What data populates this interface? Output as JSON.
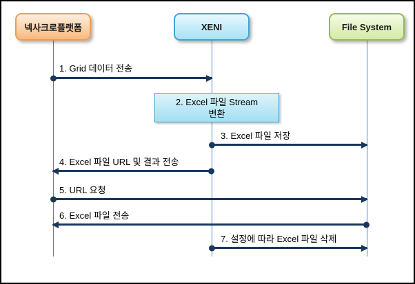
{
  "diagram": {
    "type": "sequence-diagram",
    "actors": [
      {
        "id": "nexacro",
        "label": "넥사크로플랫폼"
      },
      {
        "id": "xeni",
        "label": "XENI"
      },
      {
        "id": "filesystem",
        "label": "File System"
      }
    ],
    "messages": [
      {
        "step": 1,
        "from": "nexacro",
        "to": "xeni",
        "label": "1. Grid 데이터 전송"
      },
      {
        "step": 3,
        "from": "xeni",
        "to": "filesystem",
        "label": "3. Excel 파일 저장"
      },
      {
        "step": 4,
        "from": "xeni",
        "to": "nexacro",
        "label": "4. Excel 파일 URL 및 결과 전송"
      },
      {
        "step": 5,
        "from": "nexacro",
        "to": "filesystem",
        "label": "5. URL 요청"
      },
      {
        "step": 6,
        "from": "filesystem",
        "to": "nexacro",
        "label": "6. Excel 파일 전송"
      },
      {
        "step": 7,
        "from": "xeni",
        "to": "filesystem",
        "label": "7. 설정에 따라 Excel 파일 삭제"
      }
    ],
    "note": {
      "step": 2,
      "line1": "2. Excel 파일 Stream",
      "line2": "변환"
    },
    "colors": {
      "arrow": "#17375e",
      "lifeline": "#4f81bd",
      "actor_nexacro_fill": "#f8b87e",
      "actor_nexacro_border": "#eb9e55",
      "actor_xeni_fill": "#a9e2f6",
      "actor_xeni_border": "#44a3d3",
      "actor_filesystem_fill": "#d5eba4",
      "actor_filesystem_border": "#96ba58",
      "note_fill": "#a2dff3",
      "note_border": "#4aa5cf",
      "frame_border": "#000000"
    }
  }
}
